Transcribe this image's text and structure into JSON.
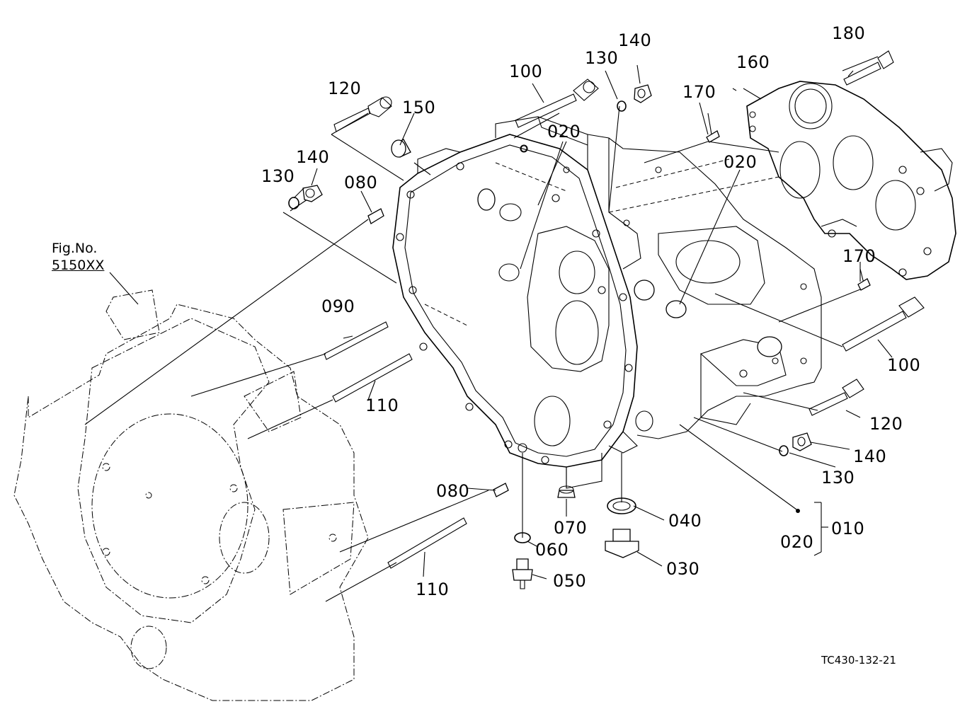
{
  "figure": {
    "reference_line1": "Fig.No.",
    "reference_line2": "5150XX",
    "drawing_code": "TC430-132-21"
  },
  "parts": {
    "p120_top": "120",
    "p150": "150",
    "p140_left": "140",
    "p130_left": "130",
    "p080_top": "080",
    "p100_top": "100",
    "p130_top": "130",
    "p140_top": "140",
    "p020_top": "020",
    "p170_top": "170",
    "p160": "160",
    "p180": "180",
    "p020_right": "020",
    "p090": "090",
    "p110_mid": "110",
    "p170_right": "170",
    "p100_right": "100",
    "p120_right": "120",
    "p140_right": "140",
    "p130_right": "130",
    "p080_bottom": "080",
    "p070": "070",
    "p040": "040",
    "p060": "060",
    "p050": "050",
    "p030": "030",
    "p110_bottom": "110",
    "p020_assembly": "020",
    "p010": "010"
  }
}
